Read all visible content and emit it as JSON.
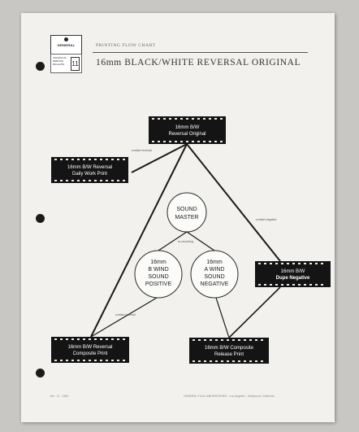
{
  "header": {
    "logo_text": "GENERAL",
    "series_text": "TECHNICAL SERVICE BULLETIN",
    "series_number": "11",
    "label": "PRINTING FLOW CHART",
    "title": "16mm BLACK/WHITE REVERSAL ORIGINAL"
  },
  "nodes": {
    "reversal_original": [
      "16mm B/W",
      "Reversal Original"
    ],
    "daily_work_print": [
      "16mm B/W Reversal",
      "Daily Work Print"
    ],
    "dupe_negative": [
      "16mm B/W",
      "Dupe Negative"
    ],
    "composite_print": [
      "16mm B/W Reversal",
      "Composite Print"
    ],
    "composite_release_print": [
      "16mm B/W Composite",
      "Release Print"
    ],
    "sound_master": [
      "SOUND",
      "MASTER"
    ],
    "b_wind_positive": [
      "16mm",
      "B WIND",
      "SOUND",
      "POSITIVE"
    ],
    "a_wind_negative": [
      "16mm",
      "A WIND",
      "SOUND",
      "NEGATIVE"
    ]
  },
  "edge_labels": {
    "daily": "contact reversal",
    "dupe": "contact negative",
    "sound": "re-recording",
    "composite": "contact reversal"
  },
  "footer": {
    "left": "tsb  ·  11  ·  1962",
    "right": "GENERAL FILM LABORATORIES  ·  Los Angeles  ·  Hollywood, California"
  }
}
